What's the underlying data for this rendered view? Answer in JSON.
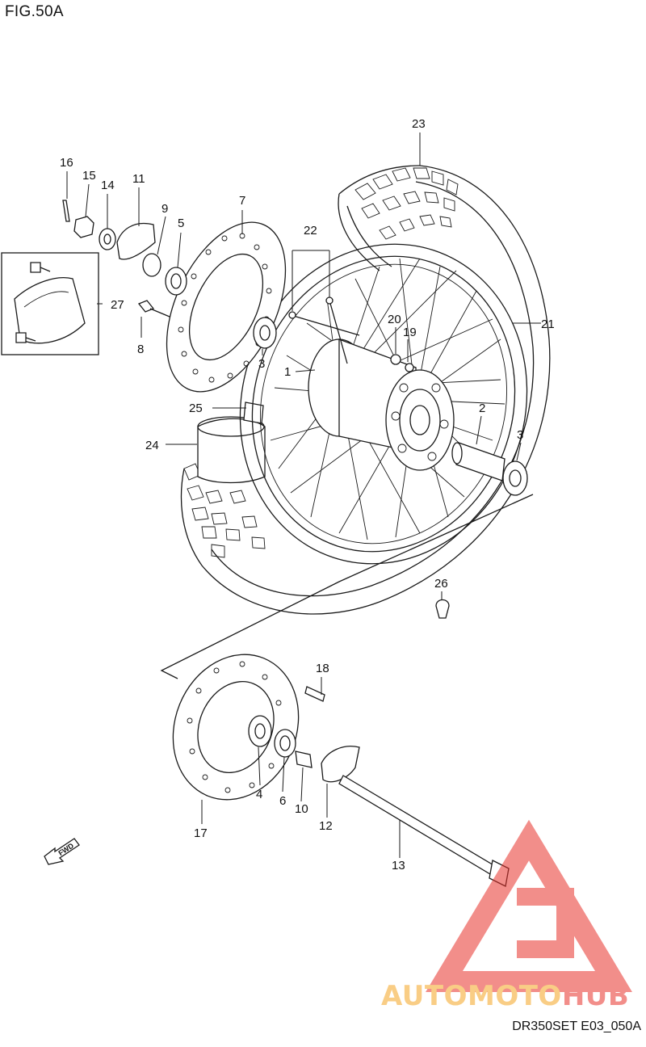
{
  "figure_title": "FIG.50A",
  "diagram_code": "DR350SET E03_050A",
  "watermark": {
    "part1": "AUTO",
    "part2": "MOTO",
    "part3": "HUB",
    "color_orange": "#f5a623",
    "color_red": "#e8322c"
  },
  "direction_label": "FWD",
  "callouts": [
    "1",
    "2",
    "3",
    "3",
    "4",
    "5",
    "6",
    "7",
    "8",
    "9",
    "10",
    "11",
    "12",
    "13",
    "14",
    "15",
    "16",
    "17",
    "18",
    "19",
    "20",
    "21",
    "22",
    "23",
    "24",
    "25",
    "26",
    "27"
  ]
}
